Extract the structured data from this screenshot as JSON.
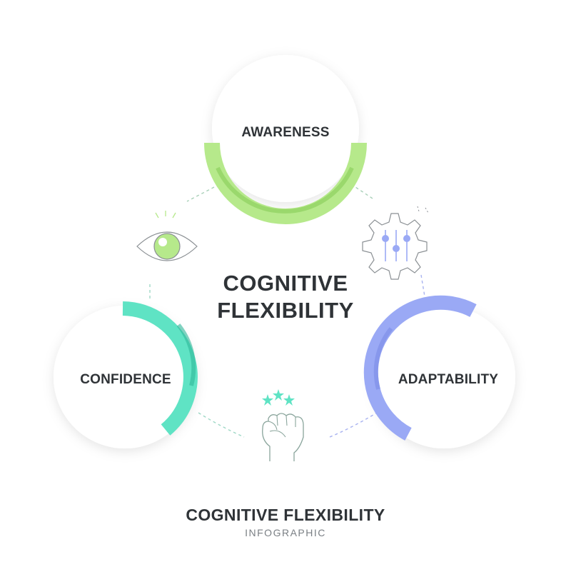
{
  "center": {
    "line1": "COGNITIVE",
    "line2": "FLEXIBILITY"
  },
  "nodes": {
    "awareness": {
      "label": "AWARENESS",
      "color": "#b6e98b",
      "dark": "#8fd05f",
      "icon": "eye-icon"
    },
    "confidence": {
      "label": "CONFIDENCE",
      "color": "#5fe3c4",
      "dark": "#2fb89a",
      "icon": "raised-fist-icon"
    },
    "adaptability": {
      "label": "ADAPTABILITY",
      "color": "#9aa9f5",
      "dark": "#7b8ce6",
      "icon": "gear-sliders-icon"
    }
  },
  "footer": {
    "title": "COGNITIVE FLEXIBILITY",
    "subtitle": "INFOGRAPHIC"
  }
}
